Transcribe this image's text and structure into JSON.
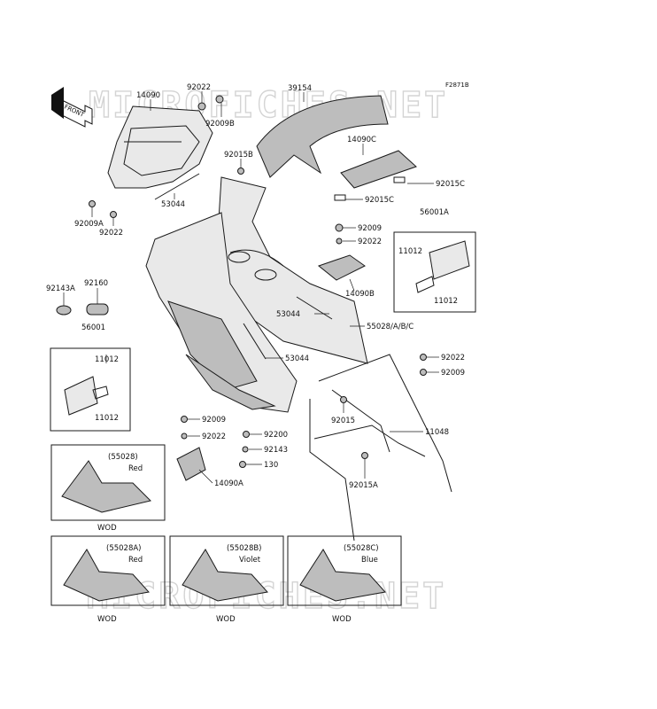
{
  "watermarks": [
    "MICROFICHES.NET",
    "MICROFICHES.NET"
  ],
  "figure_code": "F2871B",
  "front_label": "FRONT",
  "part_labels": {
    "p14090": "14090",
    "p92022a": "92022",
    "p92009b": "92009B",
    "p39154": "39154",
    "p92015b": "92015B",
    "p14090c": "14090C",
    "p92015c1": "92015C",
    "p92015c2": "92015C",
    "p53044a": "53044",
    "p92009a": "92009A",
    "p92022b": "92022",
    "p92009c": "92009",
    "p92022c": "92022",
    "p56001a": "56001A",
    "p11012a": "11012",
    "p11012b": "11012",
    "p14090b": "14090B",
    "p92143a": "92143A",
    "p92160": "92160",
    "p53044b": "53044",
    "p55028abc": "55028/A/B/C",
    "p56001": "56001",
    "p53044c": "53044",
    "p92022d": "92022",
    "p92009d": "92009",
    "p11012c": "11012",
    "p11012d": "11012",
    "p92015": "92015",
    "p11048": "11048",
    "p92009e": "92009",
    "p92200": "92200",
    "p92022e": "92022",
    "p92143": "92143",
    "p130": "130",
    "p14090a": "14090A",
    "p92015a": "92015A"
  },
  "variants": [
    {
      "code": "(55028)",
      "color": "Red",
      "model": "WOD"
    },
    {
      "code": "(55028A)",
      "color": "Red",
      "model": "WOD"
    },
    {
      "code": "(55028B)",
      "color": "Violet",
      "model": "WOD"
    },
    {
      "code": "(55028C)",
      "color": "Blue",
      "model": "WOD"
    }
  ]
}
